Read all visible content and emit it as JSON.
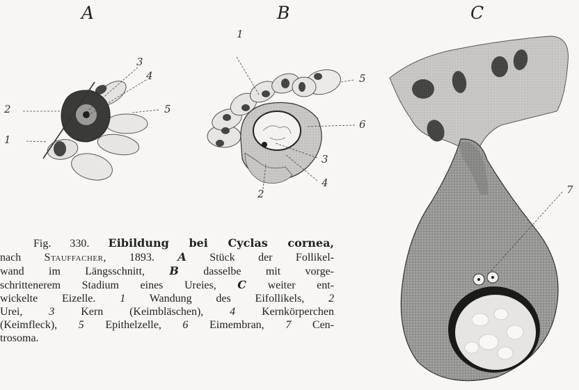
{
  "figures": {
    "A": {
      "letter": "A",
      "labels": {
        "l1": "1",
        "l2": "2",
        "l3": "3",
        "l4": "4",
        "l5": "5"
      }
    },
    "B": {
      "letter": "B",
      "labels": {
        "l1": "1",
        "l2": "2",
        "l3": "3",
        "l4": "4",
        "l5": "5",
        "l6": "6"
      }
    },
    "C": {
      "letter": "C",
      "labels": {
        "l7": "7"
      }
    }
  },
  "caption": {
    "fig_no": "Fig. 330.",
    "title": "Eibildung bei Cyclas cornea,",
    "line2_a": "nach",
    "author": "Stauffacher",
    "line2_b": ", 1893.",
    "A": "A",
    "line2_c": "Stück der Follikel-",
    "line3_a": "wand im Längsschnitt,",
    "B": "B",
    "line3_b": "dasselbe mit vorge-",
    "line4_a": "schrittenerem Stadium eines Ureies,",
    "C": "C",
    "line4_b": "weiter ent-",
    "line5_a": "wickelte Eizelle.",
    "n1": "1",
    "line5_b": "Wandung des Eifollikels,",
    "n2": "2",
    "line6_a": "Urei,",
    "n3": "3",
    "line6_b": "Kern (Keimbläschen),",
    "n4": "4",
    "line6_c": "Kernkörperchen",
    "line7_a": "(Keimfleck),",
    "n5": "5",
    "line7_b": "Epithelzelle,",
    "n6": "6",
    "line7_c": "Eimembran,",
    "n7": "7",
    "line7_d": "Cen-",
    "line8": "trosoma."
  }
}
